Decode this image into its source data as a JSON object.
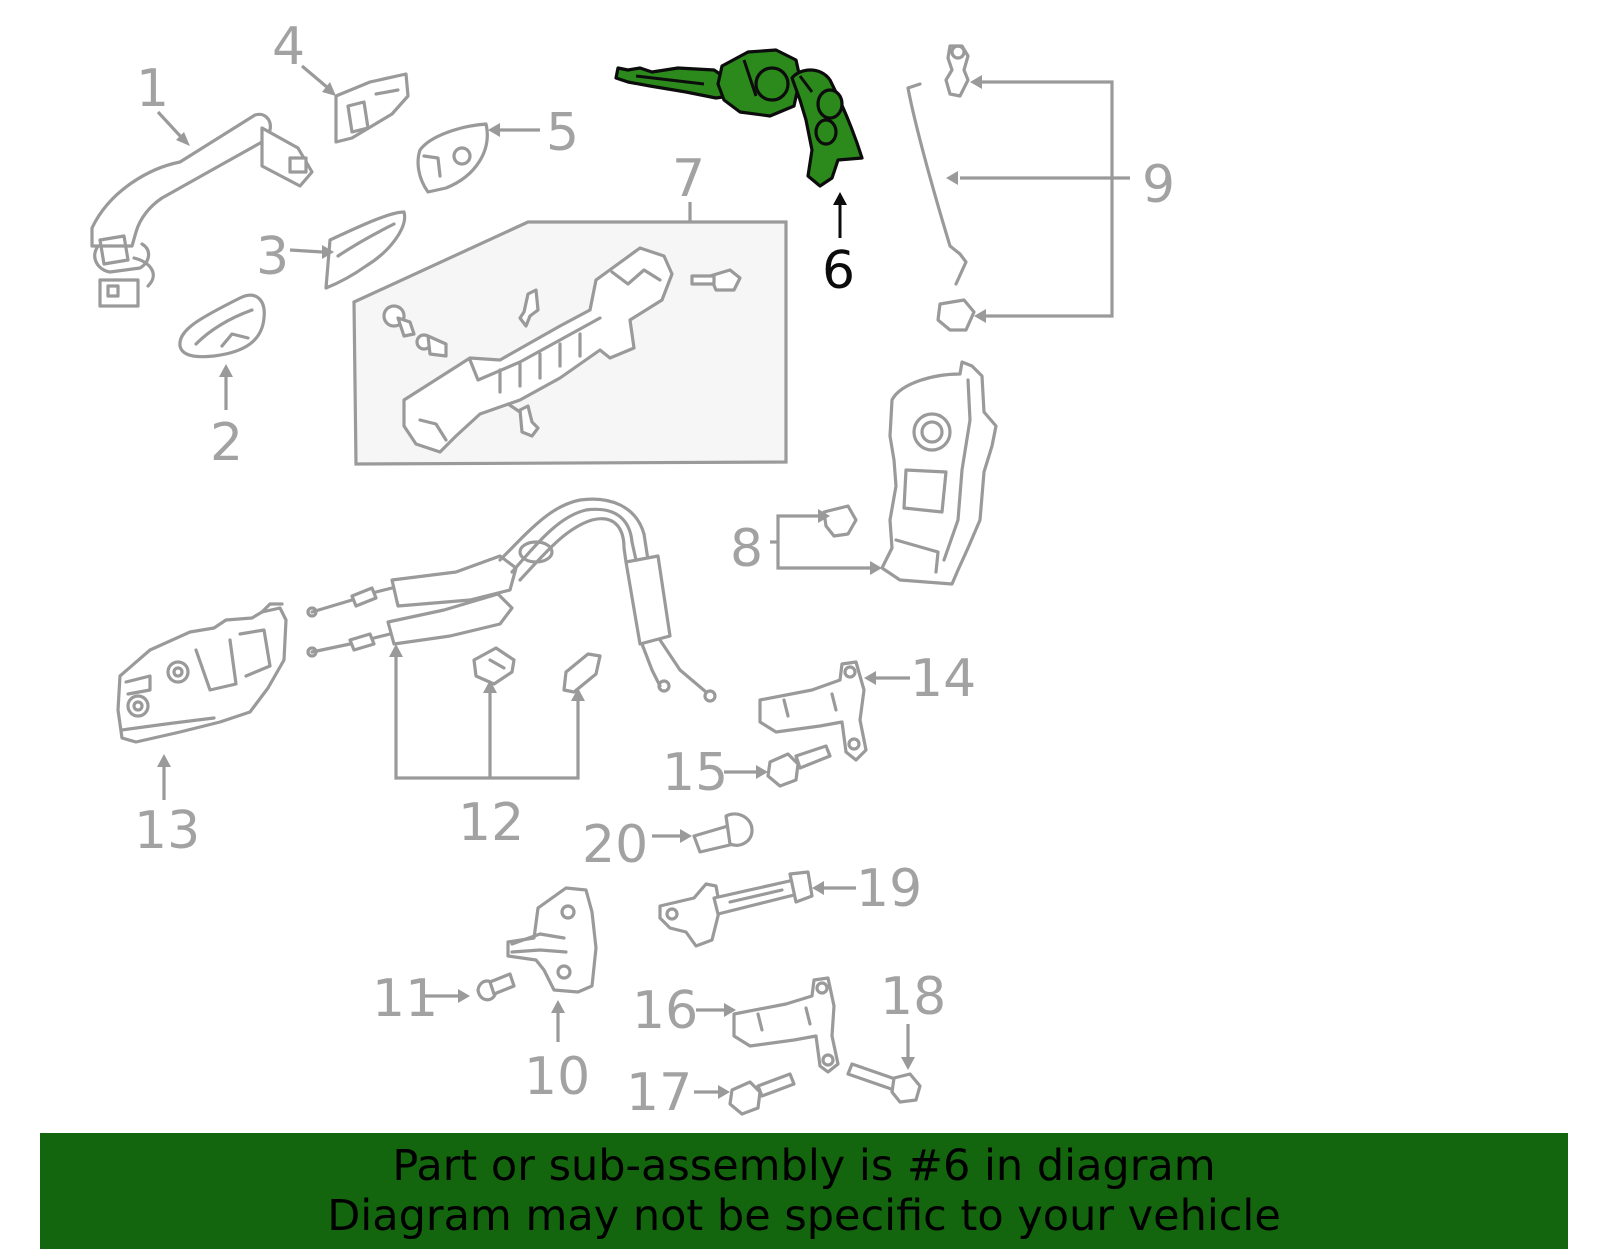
{
  "diagram": {
    "highlighted_part": "6",
    "callouts": {
      "c1": "1",
      "c2": "2",
      "c3": "3",
      "c4": "4",
      "c5": "5",
      "c6": "6",
      "c7": "7",
      "c8": "8",
      "c9": "9",
      "c10": "10",
      "c11": "11",
      "c12": "12",
      "c13": "13",
      "c14": "14",
      "c15": "15",
      "c16": "16",
      "c17": "17",
      "c18": "18",
      "c19": "19",
      "c20": "20"
    },
    "colors": {
      "line": "#9a9a9a",
      "highlight_fill": "#2c8a1c",
      "highlight_stroke": "#0c0c0c",
      "banner": "#13650e"
    }
  },
  "banner": {
    "line1": "Part or sub-assembly is #6 in diagram",
    "line2": "Diagram may not be specific to your vehicle"
  }
}
